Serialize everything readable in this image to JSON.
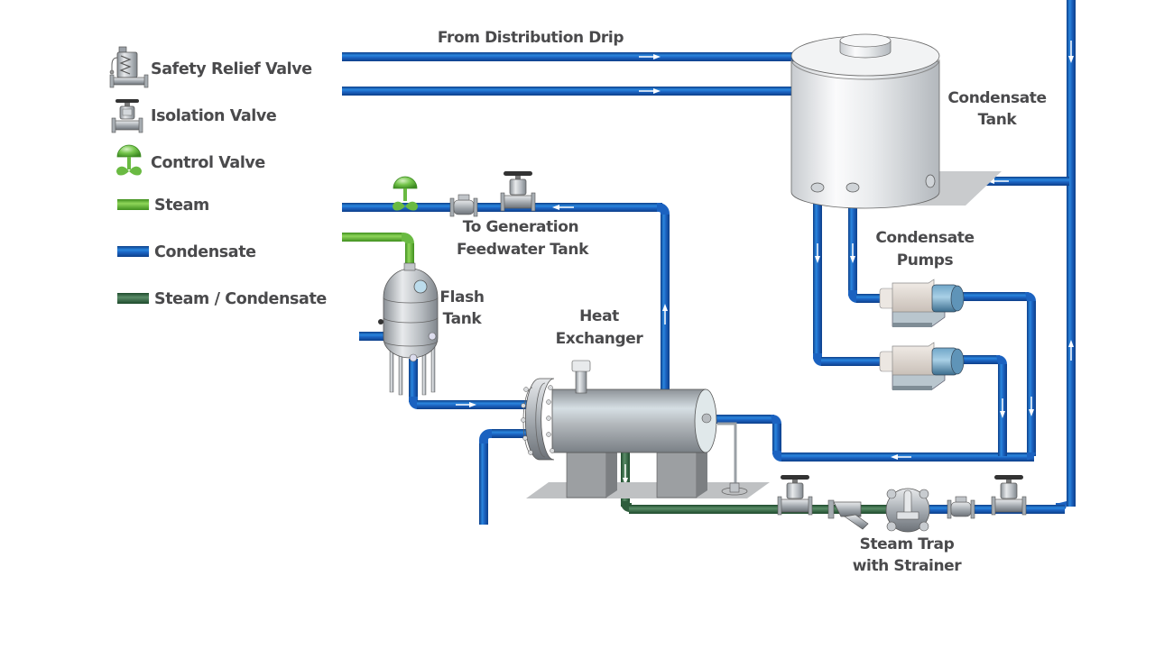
{
  "title": "Condensate Return System",
  "colors": {
    "steam": "#6ec33f",
    "condensate": "#1e6ec8",
    "steam_condensate": "#3a6e4a",
    "label": "#4a4a4c"
  },
  "legend": {
    "items": [
      {
        "icon": "safety-relief-valve-icon",
        "label": "Safety Relief Valve"
      },
      {
        "icon": "isolation-valve-icon",
        "label": "Isolation Valve"
      },
      {
        "icon": "control-valve-icon",
        "label": "Control Valve"
      },
      {
        "icon": "steam-line-swatch",
        "label": "Steam"
      },
      {
        "icon": "condensate-line-swatch",
        "label": "Condensate"
      },
      {
        "icon": "steam-condensate-line-swatch",
        "label": "Steam / Condensate"
      }
    ]
  },
  "labels": {
    "distribution_drip": "From Distribution Drip",
    "condensate_tank": [
      "Condensate",
      "Tank"
    ],
    "feedwater": [
      "To Generation",
      "Feedwater Tank"
    ],
    "flash_tank": [
      "Flash",
      "Tank"
    ],
    "heat_exchanger": [
      "Heat",
      "Exchanger"
    ],
    "condensate_pumps": [
      "Condensate",
      "Pumps"
    ],
    "steam_trap": [
      "Steam Trap",
      "with Strainer"
    ]
  }
}
